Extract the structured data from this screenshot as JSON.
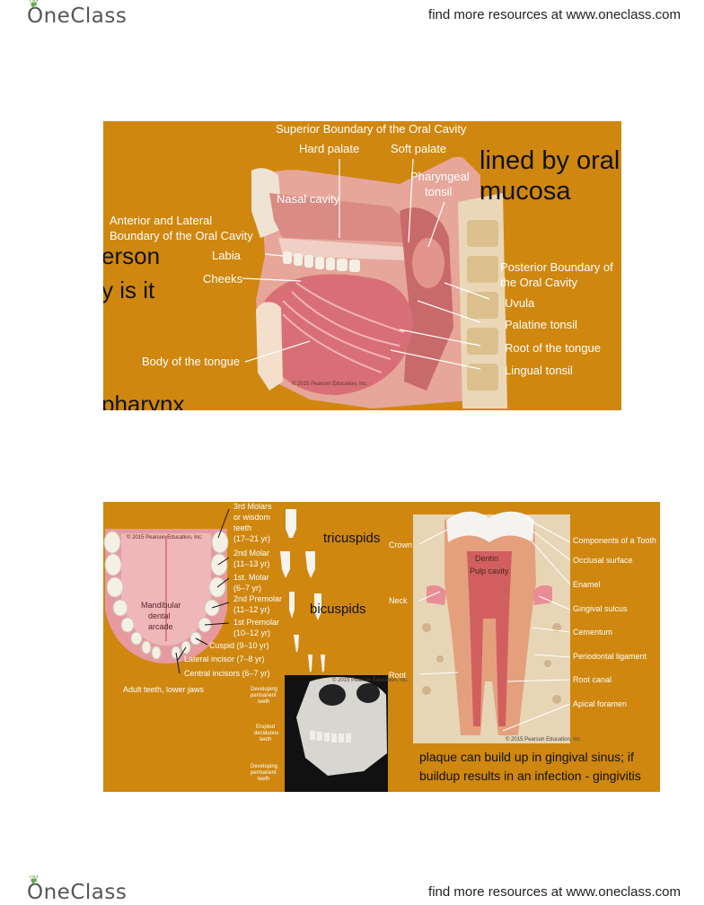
{
  "header": {
    "logo": "OneClass",
    "link_text": "find more resources at www.oneclass.com"
  },
  "footer": {
    "logo": "OneClass",
    "link_text": "find more resources at www.oneclass.com"
  },
  "slide1": {
    "labels": {
      "superior": "Superior Boundary of the Oral Cavity",
      "hard_palate": "Hard palate",
      "soft_palate": "Soft palate",
      "pharyngeal": "Pharyngeal",
      "tonsil": "tonsil",
      "nasal_cavity": "Nasal cavity",
      "anterior_1": "Anterior and Lateral",
      "anterior_2": "Boundary of the Oral Cavity",
      "labia": "Labia",
      "cheeks": "Cheeks",
      "posterior_1": "Posterior Boundary of",
      "posterior_2": "the Oral Cavity",
      "uvula": "Uvula",
      "palatine": "Palatine tonsil",
      "root_tongue": "Root of the tongue",
      "lingual": "Lingual tonsil",
      "body_tongue": "Body of the tongue",
      "copyright": "© 2015 Pearson Education, Inc."
    },
    "overlay": {
      "lined_1": "lined by oral",
      "lined_2": "mucosa",
      "partial_1": "erson",
      "partial_2": "y is it",
      "partial_3": "pharynx"
    }
  },
  "slide2": {
    "teeth": {
      "third_molars": "3rd Molars",
      "or_wisdom": "or wisdom",
      "teeth": "teeth",
      "age_3": "(17–21 yr)",
      "second_molar": "2nd Molar",
      "age_2m": "(11–13 yr)",
      "first_molar": "1st. Molar",
      "age_1m": "(6–7 yr)",
      "second_premolar": "2nd Premolar",
      "age_2p": "(11–12 yr)",
      "first_premolar": "1st Premolar",
      "age_1p": "(10–12 yr)",
      "cuspid": "Cuspid (9–10 yr)",
      "lateral": "Lateral incisor (7–8 yr)",
      "central": "Central incisors (6–7 yr)",
      "arcade_1": "Mandibular",
      "arcade_2": "dental",
      "arcade_3": "arcade",
      "caption": "Adult teeth, lower jaws",
      "copyright": "© 2015 Pearson Education, Inc."
    },
    "overlay": {
      "tricuspids": "tricuspids",
      "bicuspids": "bicuspids",
      "plaque_1": "plaque can build up in gingival sinus; if",
      "plaque_2": "buildup results in an infection - gingivitis"
    },
    "skull": {
      "dev_top_1": "Developing",
      "dev_top_2": "permanent",
      "dev_top_3": "teeth",
      "erupted_1": "Erupted",
      "erupted_2": "deciduous",
      "erupted_3": "teeth",
      "dev_bot_1": "Developing",
      "dev_bot_2": "permanent",
      "dev_bot_3": "teeth",
      "copyright": "© 2015 Pearson Education, Inc."
    },
    "tooth": {
      "crown": "Crown",
      "neck": "Neck",
      "root": "Root",
      "dentin": "Dentin",
      "pulp": "Pulp cavity",
      "components": "Components of a Tooth",
      "occlusal": "Occlusal surface",
      "enamel": "Enamel",
      "sulcus": "Gingival sulcus",
      "cementum": "Cementum",
      "periodontal": "Periodontal ligament",
      "root_canal": "Root canal",
      "apical": "Apical foramen",
      "copyright": "© 2015 Pearson Education, Inc."
    }
  },
  "colors": {
    "slide_bg": "#cf8710",
    "label": "#ffffff",
    "overlay_text": "#111111"
  }
}
